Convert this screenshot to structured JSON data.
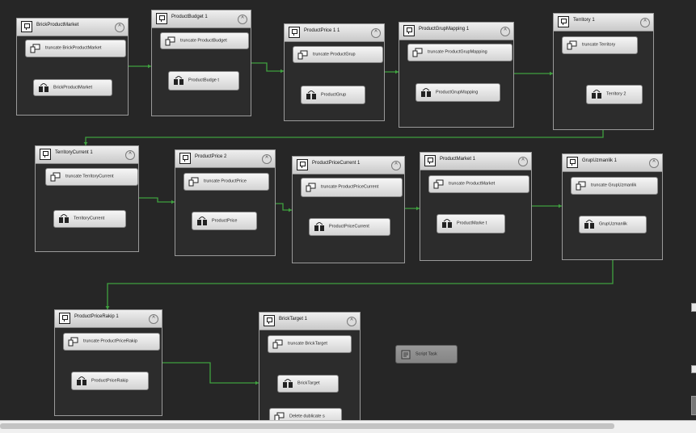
{
  "colors": {
    "connector": "#3fa13f",
    "background": "#262626"
  },
  "containers": [
    {
      "id": "c1",
      "title": "BrickProductMarket",
      "collapse": "^"
    },
    {
      "id": "c2",
      "title": "ProductBudget 1",
      "collapse": "^"
    },
    {
      "id": "c3",
      "title": "ProductPrice 1 1",
      "collapse": "^"
    },
    {
      "id": "c4",
      "title": "ProductGrupMapping 1",
      "collapse": "^"
    },
    {
      "id": "c5",
      "title": "Territory 1",
      "collapse": "^"
    },
    {
      "id": "c6",
      "title": "TerritoryCurrent 1",
      "collapse": "^"
    },
    {
      "id": "c7",
      "title": "ProductPrice 2",
      "collapse": "^"
    },
    {
      "id": "c8",
      "title": "ProductPriceCurrent 1",
      "collapse": "^"
    },
    {
      "id": "c9",
      "title": "ProductMarket 1",
      "collapse": "^"
    },
    {
      "id": "c10",
      "title": "GrupUzmanlik 1",
      "collapse": "^"
    },
    {
      "id": "c11",
      "title": "ProductPriceRakip 1",
      "collapse": "^"
    },
    {
      "id": "c12",
      "title": "BrickTarget 1",
      "collapse": "^"
    }
  ],
  "tasks": {
    "c1_sql": "truncate BrickProductMarket",
    "c1_df": "BrickProductMarket",
    "c2_sql": "truncate ProductBudget",
    "c2_df": "ProductBudge t",
    "c3_sql": "truncate ProductGrup",
    "c3_df": "ProductGrup",
    "c4_sql": "truncate ProductGrupMapping",
    "c4_df": "ProductGrupMapping",
    "c5_sql": "truncate Territory",
    "c5_df": "Territory 2",
    "c6_sql": "truncate TerritoryCurrent",
    "c6_df": "TerritoryCurrent",
    "c7_sql": "truncate ProductPrice",
    "c7_df": "ProductPrice",
    "c8_sql": "truncate ProductPriceCurrent",
    "c8_df": "ProductPriceCurrent",
    "c9_sql": "truncate ProductMarket",
    "c9_df": "ProductMarke t",
    "c10_sql": "truncate GrupUzmanlik",
    "c10_df": "GrupUzmanlik",
    "c11_sql": "truncate ProductPriceRakip",
    "c11_df": "ProductPriceRakip",
    "c12_sql": "truncate BrickTarget",
    "c12_df": "BrickTarget",
    "c12_del": "Delete dublicate s",
    "script": "Script Task"
  }
}
